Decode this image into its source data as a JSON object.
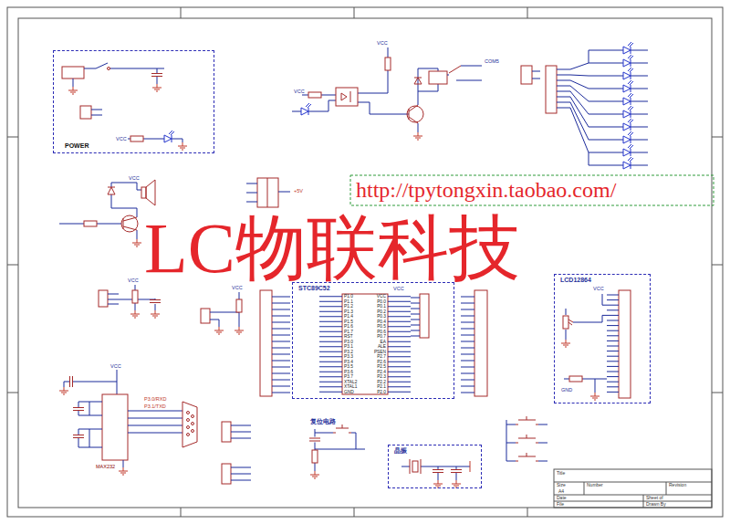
{
  "diagram": {
    "nodes": [
      {
        "text": [
          "POWER"
        ]
      },
      {
        "text": [
          "STC89C52"
        ]
      },
      {
        "text": [
          "LCD12864"
        ]
      },
      {
        "text": [
          "晶振"
        ]
      }
    ],
    "labels": [
      "LC物联科技",
      "http://tpytongxin.taobao.com/",
      "复位电路",
      "VCC",
      "VCC",
      "VCC",
      "VCC",
      "VCC",
      "VCC",
      "VCC",
      "VCC",
      "VCC",
      "COM5",
      "MAX232",
      "P3.0/RXD",
      "P3.1/TXD",
      "GND",
      "+5V",
      "Title",
      "Size",
      "A4",
      "Number",
      "Revision",
      "Date",
      "File",
      "Sheet of",
      "Drawn By",
      "P1.0",
      "P1.1",
      "P1.2",
      "P1.3",
      "P1.4",
      "P1.5",
      "P1.6",
      "P1.7",
      "RST",
      "P3.0",
      "P3.1",
      "P3.2",
      "P3.3",
      "P3.4",
      "P3.5",
      "P3.6",
      "P3.7",
      "XTAL2",
      "XTAL1",
      "GND",
      "VCC",
      "P0.0",
      "P0.1",
      "P0.2",
      "P0.3",
      "P0.4",
      "P0.5",
      "P0.6",
      "P0.7",
      "EA",
      "ALE",
      "PSEN",
      "P2.7",
      "P2.6",
      "P2.5",
      "P2.4",
      "P2.3",
      "P2.2",
      "P2.1",
      "P2.0"
    ]
  }
}
